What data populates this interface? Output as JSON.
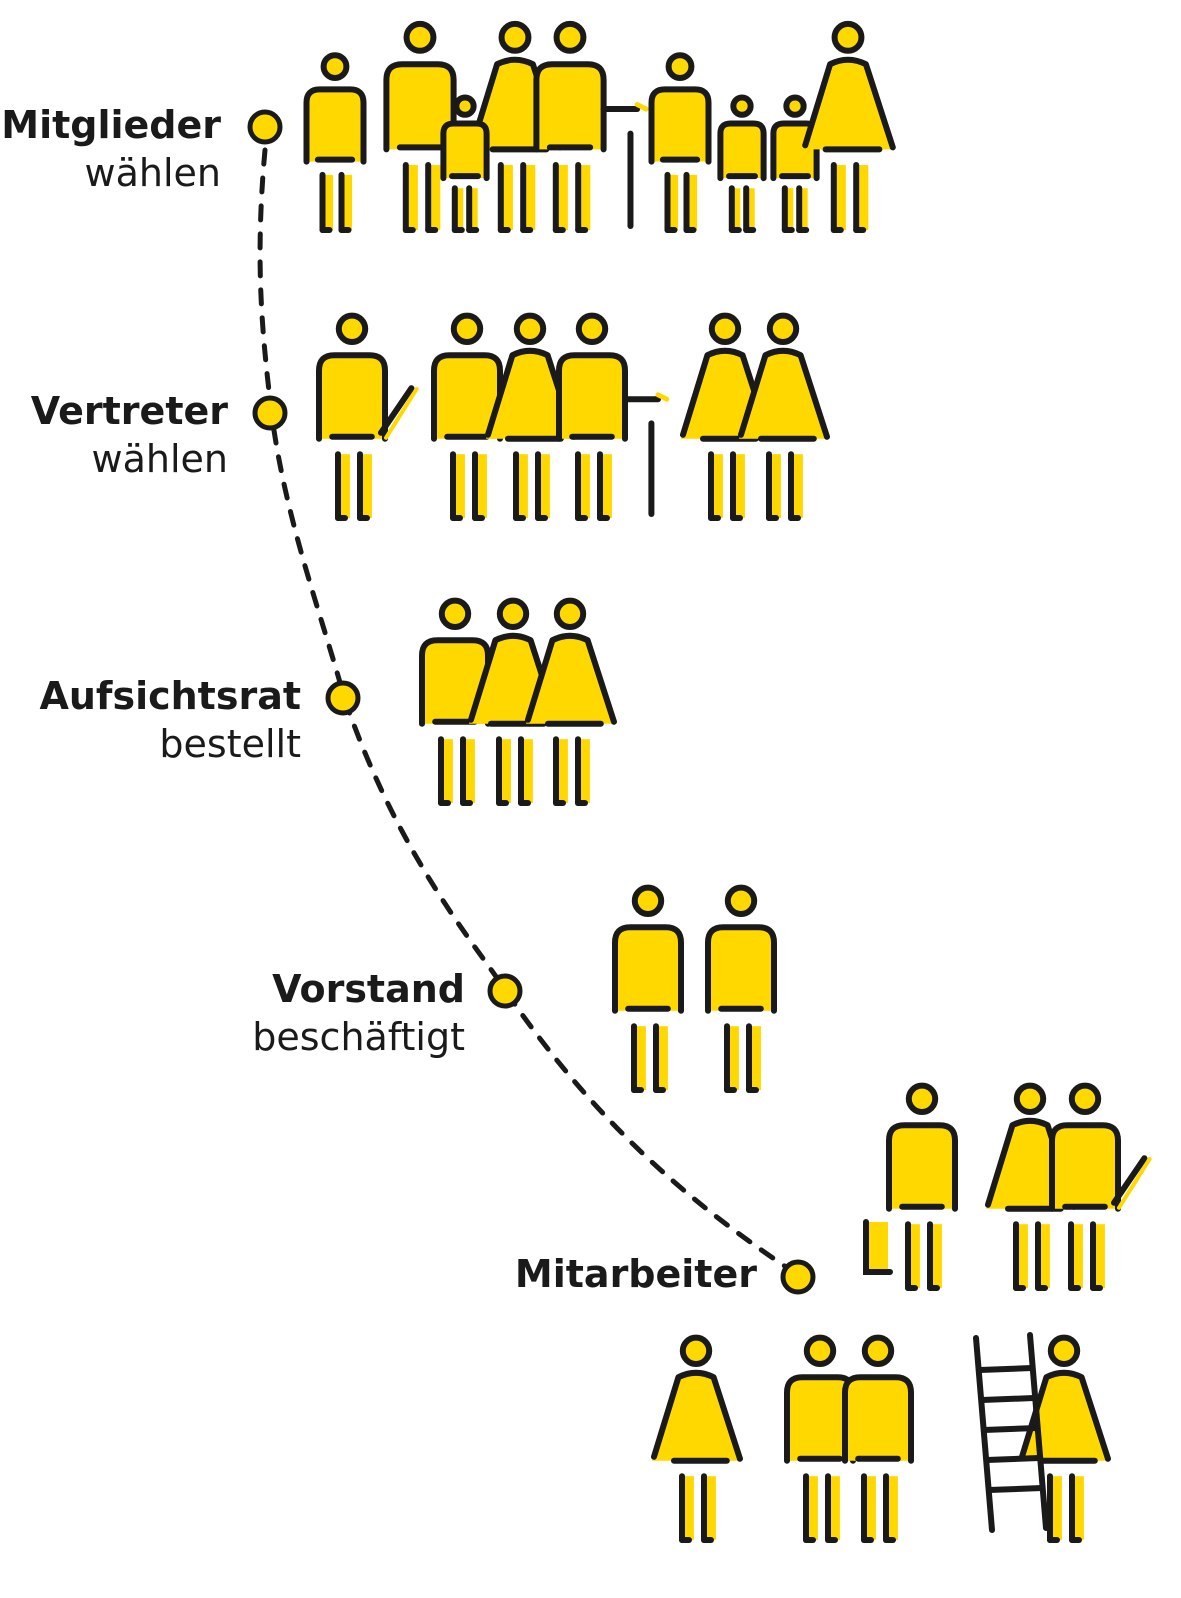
{
  "levels": [
    {
      "title": "Mitglieder",
      "verb": "wählen"
    },
    {
      "title": "Vertreter",
      "verb": "wählen"
    },
    {
      "title": "Aufsichtsrat",
      "verb": "bestellt"
    },
    {
      "title": "Vorstand",
      "verb": "beschäftigt"
    },
    {
      "title": "Mitarbeiter",
      "verb": ""
    }
  ],
  "colors": {
    "accent": "#FFD800",
    "ink": "#1A1A1A",
    "background": "#FFFFFF"
  },
  "icons": {
    "figure": "person-icon",
    "ladder": "ladder-icon",
    "bucket": "bucket-icon"
  }
}
